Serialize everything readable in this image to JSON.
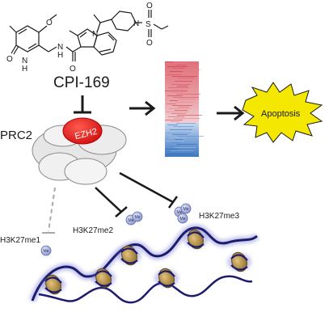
{
  "compound": {
    "label": "CPI-169"
  },
  "complex": {
    "label": "PRC2",
    "subunit": "EZH2"
  },
  "outcome": {
    "label": "Apoptosis"
  },
  "marks": {
    "me1": "H3K27me1",
    "me2": "H3K27me2",
    "me3": "H3K27me3",
    "me_glyph": "Me"
  },
  "structure": {
    "atoms": {
      "O": "O",
      "N": "N",
      "H": "H",
      "S": "S"
    }
  },
  "colors": {
    "accent_red": "#e02020",
    "heat_red": "#d8505a",
    "heat_blue": "#3c78c0",
    "dna_navy": "#1c1c6e",
    "nucleosome_gold": "#b8944a",
    "star_yellow": "#f5e800",
    "methyl_lavender": "#a9b3dc"
  }
}
